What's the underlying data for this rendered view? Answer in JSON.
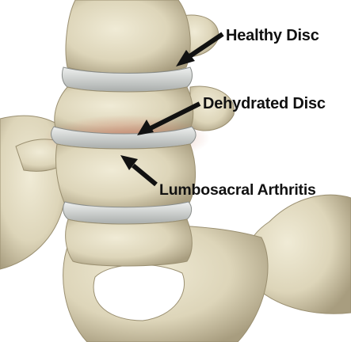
{
  "labels": {
    "healthy_disc": "Healthy Disc",
    "dehydrated_disc": "Dehydrated Disc",
    "lumbosacral_arthritis": "Lumbosacral Arthritis"
  },
  "colors": {
    "bone": "#e3dcc2",
    "bone_shadow": "#b8ad8e",
    "disc": "#d7dad9",
    "inflammation": "#c98a78",
    "arrow": "#111111"
  }
}
